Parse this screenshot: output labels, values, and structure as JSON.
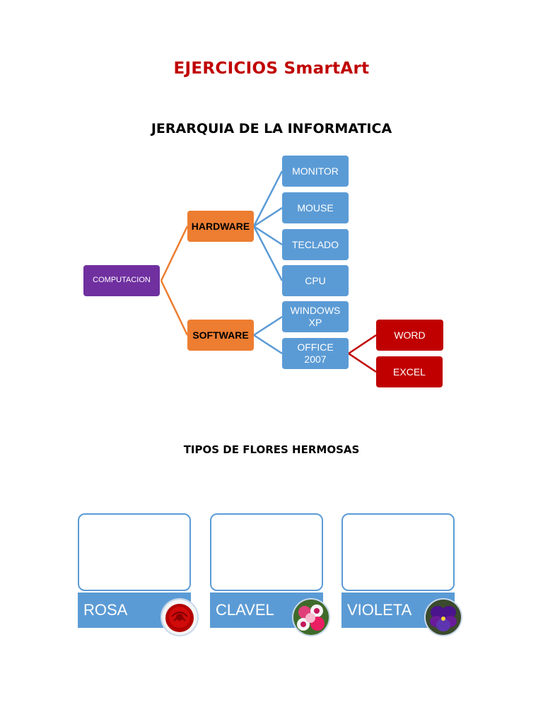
{
  "title": "EJERCICIOS SmartArt",
  "hierarchy": {
    "heading": "JERARQUIA DE LA INFORMATICA",
    "root": "COMPUTACION",
    "hardware": {
      "label": "HARDWARE",
      "children": [
        "MONITOR",
        "MOUSE",
        "TECLADO",
        "CPU"
      ]
    },
    "software": {
      "label": "SOFTWARE",
      "children": [
        "WINDOWS XP",
        "OFFICE 2007"
      ],
      "office_children": [
        "WORD",
        "EXCEL"
      ]
    }
  },
  "flowers": {
    "heading": "TIPOS DE FLORES HERMOSAS",
    "items": [
      {
        "label": "ROSA",
        "image": "red-rose"
      },
      {
        "label": "CLAVEL",
        "image": "pink-carnation"
      },
      {
        "label": "VIOLETA",
        "image": "purple-violet"
      }
    ]
  },
  "colors": {
    "title": "#c00000",
    "root": "#7030a0",
    "level1": "#ed7d31",
    "level2": "#5b9bd5",
    "level3": "#c00000"
  }
}
